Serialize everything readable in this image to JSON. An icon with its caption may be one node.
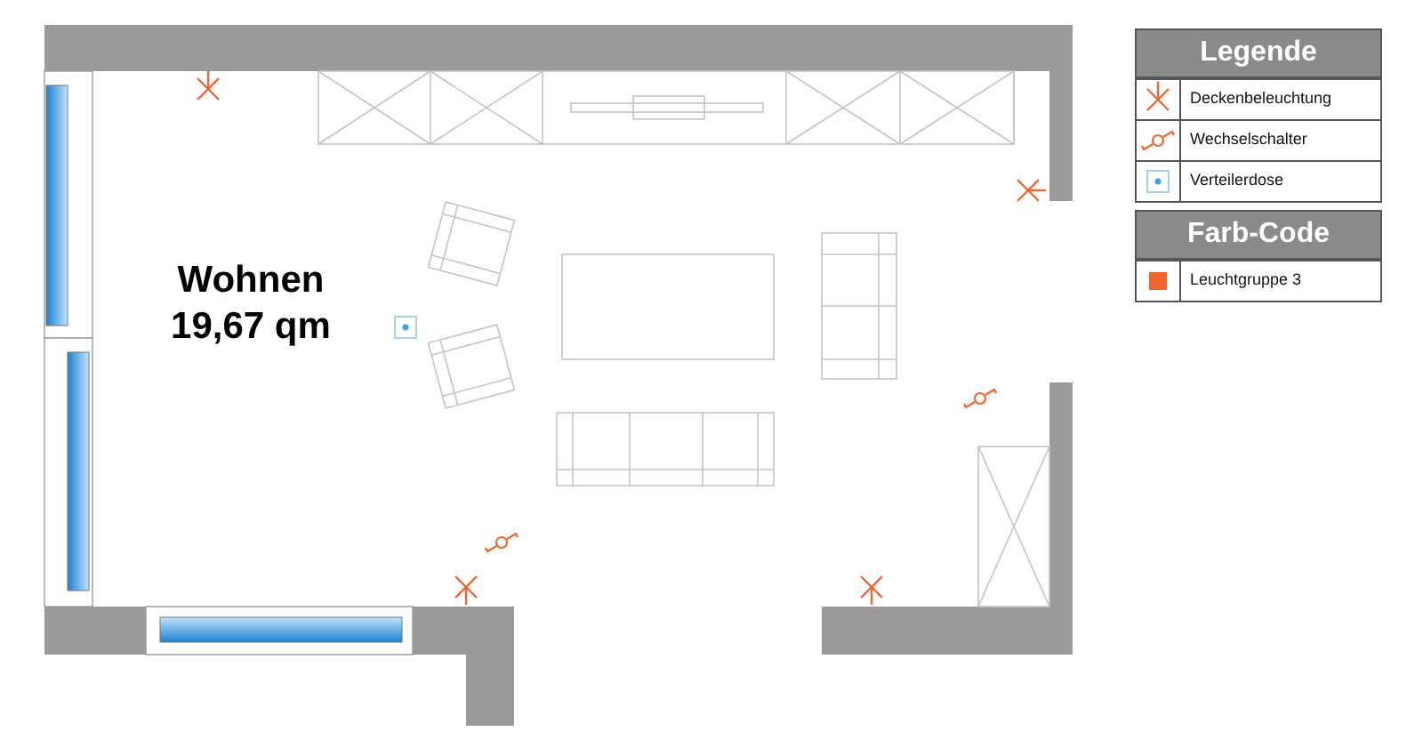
{
  "diagram": {
    "nodes": [
      {
        "text": [
          "Wohnen",
          "19,67 qm"
        ]
      }
    ],
    "labels": [
      "Legende",
      "Farb-Code"
    ],
    "legend": [
      {
        "text": "Deckenbeleuchtung"
      },
      {
        "text": "Wechselschalter"
      },
      {
        "text": "Verteilerdose"
      },
      {
        "text": "Leuchtgruppe 3",
        "color": "#f26531"
      }
    ]
  }
}
